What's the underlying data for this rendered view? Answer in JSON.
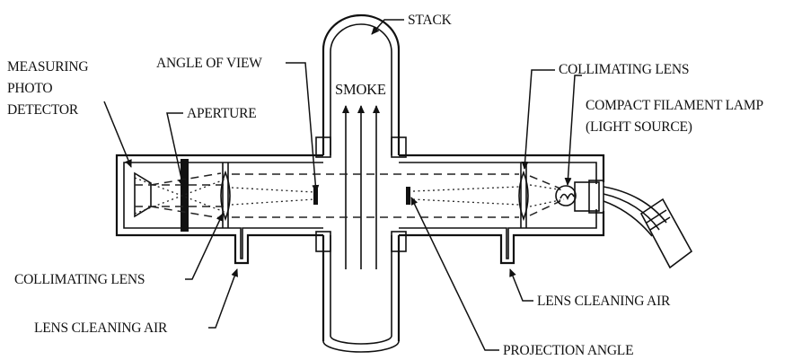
{
  "labels": {
    "stack": "STACK",
    "measuring_photo_detector": [
      "MEASURING",
      "PHOTO",
      "DETECTOR"
    ],
    "angle_of_view": "ANGLE OF VIEW",
    "smoke": "SMOKE",
    "collimating_lens_right": "COLLIMATING LENS",
    "compact_filament_lamp": [
      "COMPACT FILAMENT LAMP",
      "(LIGHT SOURCE)"
    ],
    "aperture": "APERTURE",
    "collimating_lens_left": "COLLIMATING LENS",
    "lens_cleaning_air_right": "LENS CLEANING AIR",
    "lens_cleaning_air_left": "LENS CLEANING AIR",
    "projection_angle": "PROJECTION ANGLE"
  },
  "colors": {
    "line": "#111111",
    "background": "#ffffff"
  }
}
